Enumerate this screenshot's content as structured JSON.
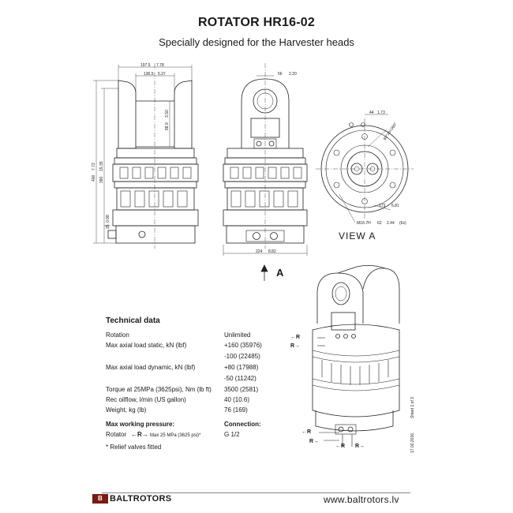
{
  "header": {
    "title": "ROTATOR  HR16-02",
    "subtitle": "Specially designed for the Harvester heads"
  },
  "dimensions": {
    "d1975": "197.5",
    "d778": "7.78",
    "d1365": "136.5",
    "d537": "5.37",
    "d889": "88.9",
    "d350": "3.50",
    "d400": "400",
    "d772": "7.72",
    "d390": "390",
    "d1535": "15.35",
    "d25": "25",
    "d098": "0.98",
    "d56": "56",
    "d220": "2.20",
    "d224": "224",
    "d882": "8.82",
    "d44": "44",
    "d173": "1.73",
    "angle": "60°x6=360°",
    "d173b": "173",
    "d681": "6.81",
    "thread": "M16-7H",
    "d62": "62",
    "d244": "2.44",
    "x6": "(6x)"
  },
  "view_label": "VIEW A",
  "arrow_label": "A",
  "tech": {
    "heading": "Technical data",
    "rows": [
      {
        "label": "Rotation",
        "value": "Unlimited"
      },
      {
        "label": "Max axial load static, kN (lbf)",
        "value": "+160 (35976)"
      },
      {
        "label": "",
        "value": "-100 (22485)"
      },
      {
        "label": "Max axial load dynamic, kN (lbf)",
        "value": "+80 (17988)"
      },
      {
        "label": "",
        "value": "-50 (11242)"
      },
      {
        "label": "Torque at 25MPa (3625psi), Nm (lb ft)",
        "value": "3500 (2581)"
      },
      {
        "label": "Rec oilflow, l/min (US gallon)",
        "value": "40 (10.6)"
      },
      {
        "label": "Weight, kg (lb)",
        "value": "76 (169)"
      }
    ],
    "pressure_heading": "Max working pressure:",
    "connection_heading": "Connection:",
    "rotator_label": "Rotator",
    "rotator_arrows": "←R→",
    "rotator_max": "Max 25 MPa (3625 psi)*",
    "connection_value": "G 1/2",
    "footnote": "* Relief valves fitted"
  },
  "port_labels": {
    "r_left": "←R",
    "r_right": "R→"
  },
  "sheet": {
    "date": "17.02.2016.",
    "sheet": "Sheet 1 of 3"
  },
  "footer": {
    "logo_mark": "B",
    "brand": "BALTROTORS",
    "website": "www.baltrotors.lv",
    "brand_color": "#7a1a12"
  }
}
